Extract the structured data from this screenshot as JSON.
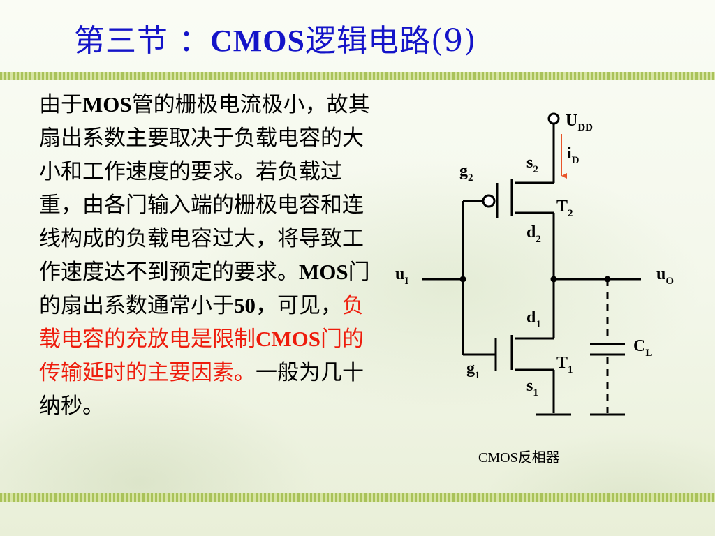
{
  "title": {
    "prefix": "第三节 ：",
    "latin": "CMOS",
    "suffix": "逻辑电路(9)"
  },
  "body": {
    "t1": "由于",
    "t2": "MOS",
    "t3": "管的栅极电流极小，故其扇出系数主要取决于负载电容的大小和工作速度的要求。若负载过重，由各门输入端的栅极电容和连线构成的负载电容过大，将导致工作速度达不到预定的要求。",
    "t4": "MOS",
    "t5": "门的扇出系数通常小于",
    "t6": "50",
    "t7": "，可见，",
    "r1": "负载电容的充放电是限制",
    "r2": "CMOS",
    "r3": "门的传输延时的主要因素。",
    "t8": "一般为几十纳秒。"
  },
  "circuit": {
    "udd": "U",
    "udd_sub": "DD",
    "id": "i",
    "id_sub": "D",
    "s2": "s",
    "s2_sub": "2",
    "g2": "g",
    "g2_sub": "2",
    "t2": "T",
    "t2_sub": "2",
    "d2": "d",
    "d2_sub": "2",
    "ui": "u",
    "ui_sub": "I",
    "uo": "u",
    "uo_sub": "O",
    "d1": "d",
    "d1_sub": "1",
    "cl": "C",
    "cl_sub": "L",
    "t1": "T",
    "t1_sub": "1",
    "g1": "g",
    "g1_sub": "1",
    "s1": "s",
    "s1_sub": "1",
    "caption": "CMOS反相器"
  },
  "colors": {
    "title": "#1414c8",
    "highlight": "#ee1c0c",
    "current_arrow": "#e8552a",
    "stripe": "#a9c25a"
  }
}
